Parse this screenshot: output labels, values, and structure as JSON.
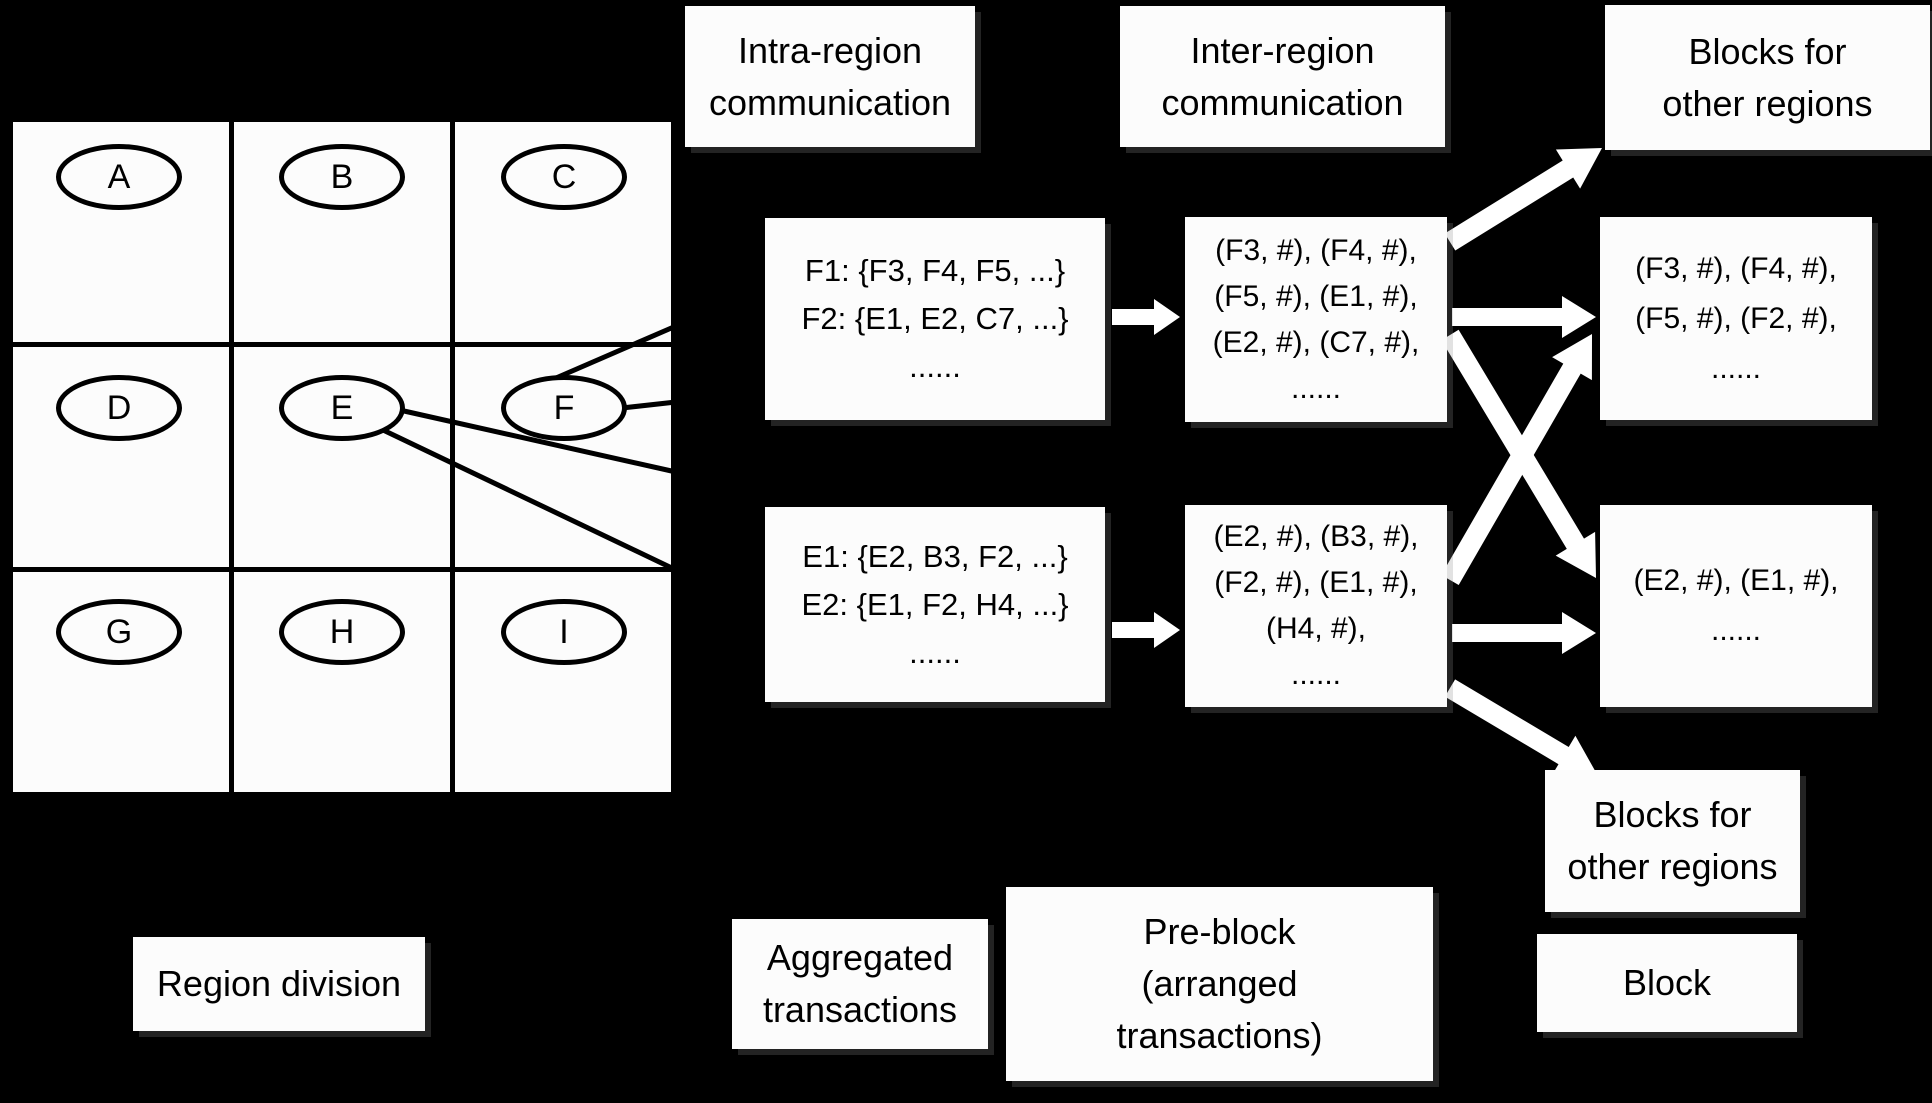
{
  "colors": {
    "background": "#000000",
    "box_fill": "#fcfcfc",
    "line": "#000000",
    "arrow": "#ffffff"
  },
  "region_grid": {
    "nodes": [
      "A",
      "B",
      "C",
      "D",
      "E",
      "F",
      "G",
      "H",
      "I"
    ]
  },
  "labels": {
    "intra": {
      "lines": [
        "Intra-region",
        "communication"
      ]
    },
    "inter": {
      "lines": [
        "Inter-region",
        "communication"
      ]
    },
    "blocks_for_other_regions_top": {
      "lines": [
        "Blocks for",
        "other regions"
      ]
    },
    "blocks_for_other_regions_bottom": {
      "lines": [
        "Blocks for",
        "other regions"
      ]
    },
    "region_division": {
      "lines": [
        "Region division"
      ]
    },
    "aggregated_transactions": {
      "lines": [
        "Aggregated",
        "transactions"
      ]
    },
    "pre_block": {
      "lines": [
        "Pre-block",
        "(arranged",
        "transactions)"
      ]
    },
    "block": {
      "lines": [
        "Block"
      ]
    }
  },
  "aggregated_boxes": [
    {
      "lines": [
        "F1: {F3, F4, F5, ...}",
        "F2: {E1, E2, C7, ...}",
        "......"
      ]
    },
    {
      "lines": [
        "E1: {E2, B3, F2, ...}",
        "E2: {E1, F2, H4, ...}",
        "......"
      ]
    }
  ],
  "preblock_boxes": [
    {
      "lines": [
        "(F3, #), (F4, #),",
        "(F5, #), (E1, #),",
        "(E2, #), (C7, #),",
        "......"
      ]
    },
    {
      "lines": [
        "(E2, #), (B3, #),",
        "(F2, #), (E1, #),",
        "(H4, #),",
        "......"
      ]
    }
  ],
  "block_boxes": [
    {
      "lines": [
        "(F3, #), (F4, #),",
        "(F5, #), (F2, #),",
        "......"
      ]
    },
    {
      "lines": [
        "(E2, #), (E1, #),",
        "......"
      ]
    }
  ]
}
